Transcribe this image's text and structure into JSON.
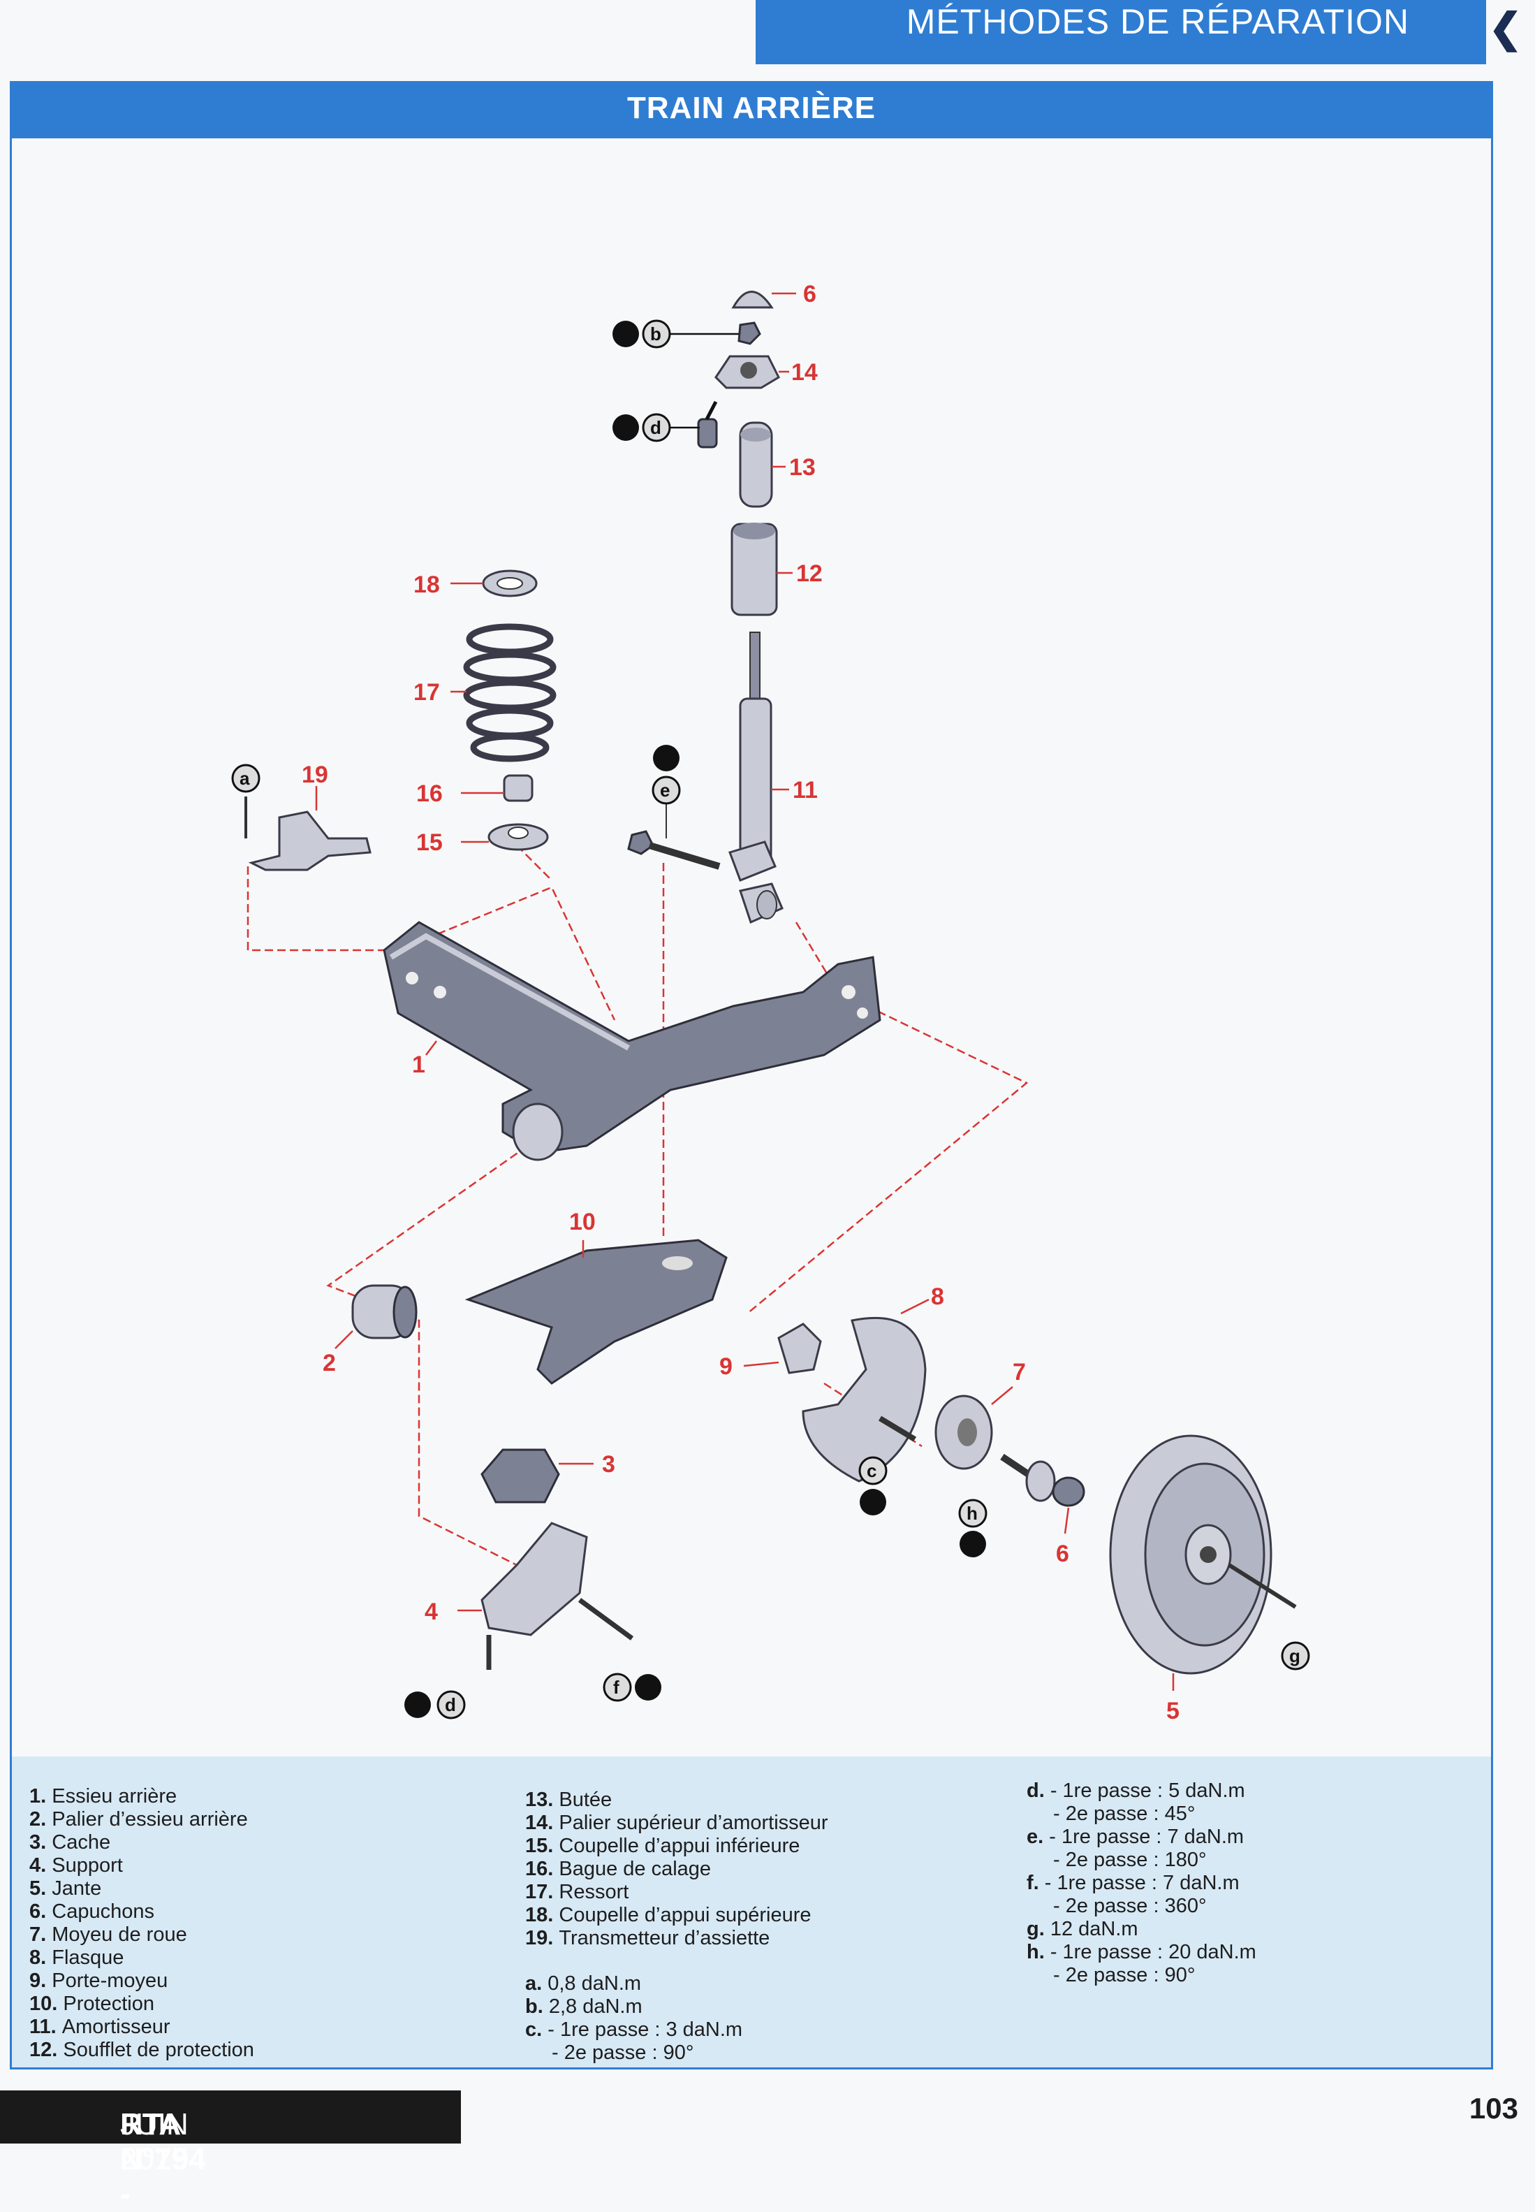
{
  "header": {
    "section_title": "MÉTHODES DE RÉPARATION",
    "chevron_icon": "chevron-left-icon",
    "accent_color": "#2f7dd2"
  },
  "page": {
    "title": "TRAIN ARRIÈRE",
    "label_color": "#d93434"
  },
  "callouts": {
    "n1": "1",
    "n2": "2",
    "n3": "3",
    "n4": "4",
    "n5": "5",
    "n6a": "6",
    "n6b": "6",
    "n7": "7",
    "n8": "8",
    "n9": "9",
    "n10": "10",
    "n11": "11",
    "n12": "12",
    "n13": "13",
    "n14": "14",
    "n15": "15",
    "n16": "16",
    "n17": "17",
    "n18": "18",
    "n19": "19"
  },
  "torque_tags": {
    "a": "a",
    "b": "b",
    "c": "c",
    "d1": "d",
    "d2": "d",
    "e": "e",
    "f": "f",
    "g": "g",
    "h": "h"
  },
  "legend": {
    "parts_col1": [
      {
        "num": "1.",
        "label": "Essieu arrière"
      },
      {
        "num": "2.",
        "label": "Palier d’essieu arrière"
      },
      {
        "num": "3.",
        "label": "Cache"
      },
      {
        "num": "4.",
        "label": "Support"
      },
      {
        "num": "5.",
        "label": "Jante"
      },
      {
        "num": "6.",
        "label": "Capuchons"
      },
      {
        "num": "7.",
        "label": "Moyeu de roue"
      },
      {
        "num": "8.",
        "label": "Flasque"
      },
      {
        "num": "9.",
        "label": "Porte-moyeu"
      },
      {
        "num": "10.",
        "label": "Protection"
      },
      {
        "num": "11.",
        "label": "Amortisseur"
      },
      {
        "num": "12.",
        "label": "Soufflet de protection"
      }
    ],
    "parts_col2": [
      {
        "num": "13.",
        "label": "Butée"
      },
      {
        "num": "14.",
        "label": "Palier supérieur d’amortisseur"
      },
      {
        "num": "15.",
        "label": "Coupelle d’appui inférieure"
      },
      {
        "num": "16.",
        "label": "Bague de calage"
      },
      {
        "num": "17.",
        "label": "Ressort"
      },
      {
        "num": "18.",
        "label": "Coupelle d’appui supérieure"
      },
      {
        "num": "19.",
        "label": "Transmetteur d’assiette"
      }
    ],
    "torques_col2": [
      {
        "key": "a.",
        "line1": "0,8 daN.m"
      },
      {
        "key": "b.",
        "line1": "2,8 daN.m"
      },
      {
        "key": "c.",
        "line1": "- 1re passe : 3 daN.m",
        "line2": "- 2e passe : 90°"
      }
    ],
    "torques_col3": [
      {
        "key": "d.",
        "line1": "- 1re passe : 5 daN.m",
        "line2": "- 2e passe : 45°"
      },
      {
        "key": "e.",
        "line1": "- 1re passe : 7 daN.m",
        "line2": "- 2e passe : 180°"
      },
      {
        "key": "f.",
        "line1": "- 1re passe : 7 daN.m",
        "line2": "- 2e passe : 360°"
      },
      {
        "key": "g.",
        "line1": "12 daN.m"
      },
      {
        "key": "h.",
        "line1": "- 1re passe : 20 daN.m",
        "line2": "- 2e passe : 90°"
      }
    ]
  },
  "footer": {
    "magazine": "RTA N°794 -",
    "date": "JUIN 2015",
    "page_number": "103"
  }
}
